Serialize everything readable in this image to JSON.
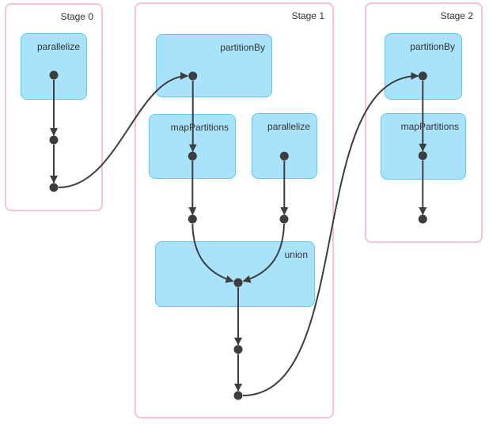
{
  "stages": [
    {
      "label": "Stage 0",
      "nodes": [
        {
          "label": "parallelize"
        }
      ]
    },
    {
      "label": "Stage 1",
      "nodes": [
        {
          "label": "partitionBy"
        },
        {
          "label": "mapPartitions"
        },
        {
          "label": "parallelize"
        },
        {
          "label": "union"
        }
      ]
    },
    {
      "label": "Stage 2",
      "nodes": [
        {
          "label": "partitionBy"
        },
        {
          "label": "mapPartitions"
        }
      ]
    }
  ],
  "colors": {
    "node_fill": "#a9e2fb",
    "node_border": "#5bc9f2",
    "stage_border": "#f8c3d0",
    "edge": "#3d3d3d",
    "label_text": "#333333",
    "background": "#ffffff"
  }
}
